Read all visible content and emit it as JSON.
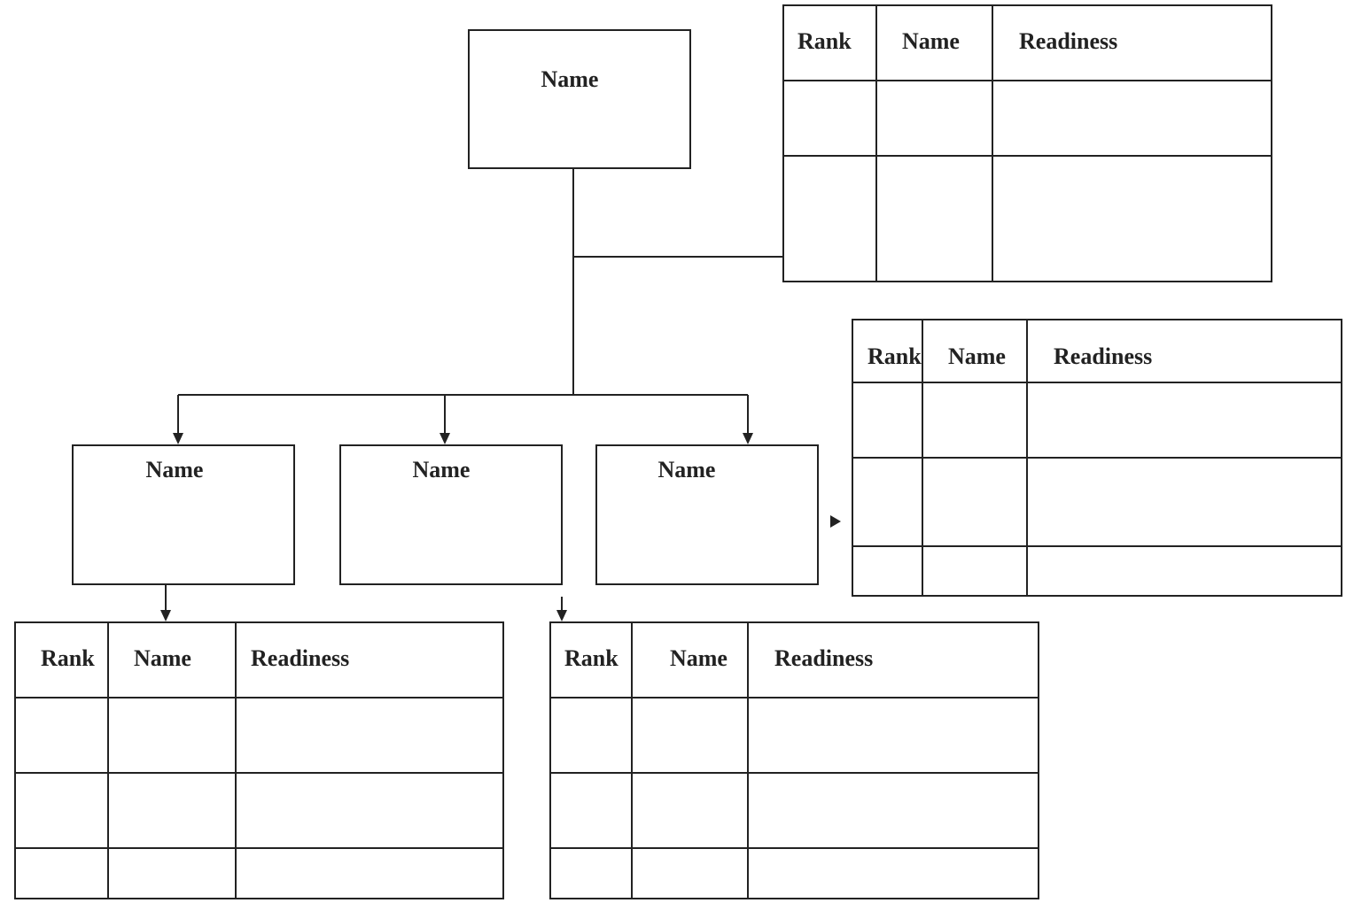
{
  "nodes": {
    "top": {
      "label": "Name"
    },
    "child_left": {
      "label": "Name"
    },
    "child_middle": {
      "label": "Name"
    },
    "child_right": {
      "label": "Name"
    }
  },
  "tables": {
    "top_right": {
      "headers": [
        "Rank",
        "Name",
        "Readiness"
      ]
    },
    "middle_right": {
      "headers": [
        "Rank",
        "Name",
        "Readiness"
      ]
    },
    "bottom_left": {
      "headers": [
        "Rank",
        "Name",
        "Readiness"
      ]
    },
    "bottom_middle": {
      "headers": [
        "Rank",
        "Name",
        "Readiness"
      ]
    }
  }
}
